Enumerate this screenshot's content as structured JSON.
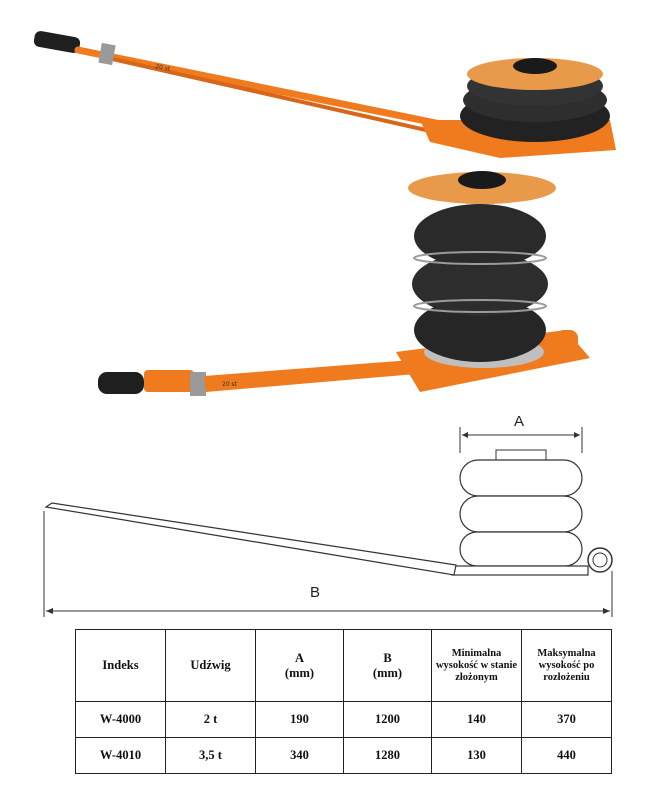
{
  "diagram": {
    "label_a": "A",
    "label_b": "B"
  },
  "photo": {
    "cap_label_top": "20 st",
    "cap_label_bottom": "20 st"
  },
  "table": {
    "headers": [
      "Indeks",
      "Udźwig",
      "A\n(mm)",
      "B\n(mm)",
      "Minimalna wysokość w stanie złożonym",
      "Maksymalna wysokość po rozłożeniu"
    ],
    "rows": [
      [
        "W-4000",
        "2 t",
        "190",
        "1200",
        "140",
        "370"
      ],
      [
        "W-4010",
        "3,5 t",
        "340",
        "1280",
        "130",
        "440"
      ]
    ]
  },
  "colors": {
    "frame": "#f07a1e",
    "bellows": "#2a2a2a",
    "table_border": "#222222"
  }
}
